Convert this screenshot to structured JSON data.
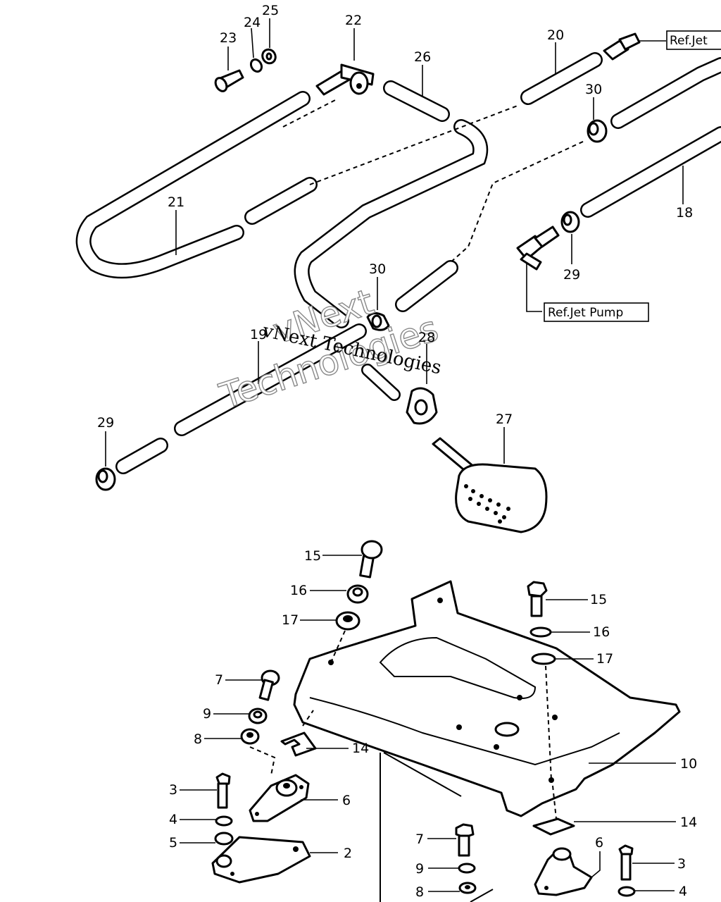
{
  "diagram": {
    "callouts": {
      "c2": "2",
      "c3a": "3",
      "c3b": "3",
      "c4a": "4",
      "c4b": "4",
      "c5": "5",
      "c6a": "6",
      "c6b": "6",
      "c7a": "7",
      "c7b": "7",
      "c8a": "8",
      "c8b": "8",
      "c9a": "9",
      "c9b": "9",
      "c10": "10",
      "c14a": "14",
      "c14b": "14",
      "c15a": "15",
      "c15b": "15",
      "c16a": "16",
      "c16b": "16",
      "c17a": "17",
      "c17b": "17",
      "c18": "18",
      "c19": "19",
      "c20": "20",
      "c21": "21",
      "c22": "22",
      "c23": "23",
      "c24": "24",
      "c25": "25",
      "c26": "26",
      "c27": "27",
      "c28": "28",
      "c29a": "29",
      "c29b": "29",
      "c30a": "30",
      "c30b": "30"
    },
    "references": {
      "ref_jet_top": "Ref.Jet",
      "ref_jet_pump": "Ref.Jet Pump"
    },
    "watermark": {
      "line1": "vNext Technologies",
      "line2a": "vNext",
      "line2b": "Technologies"
    }
  }
}
